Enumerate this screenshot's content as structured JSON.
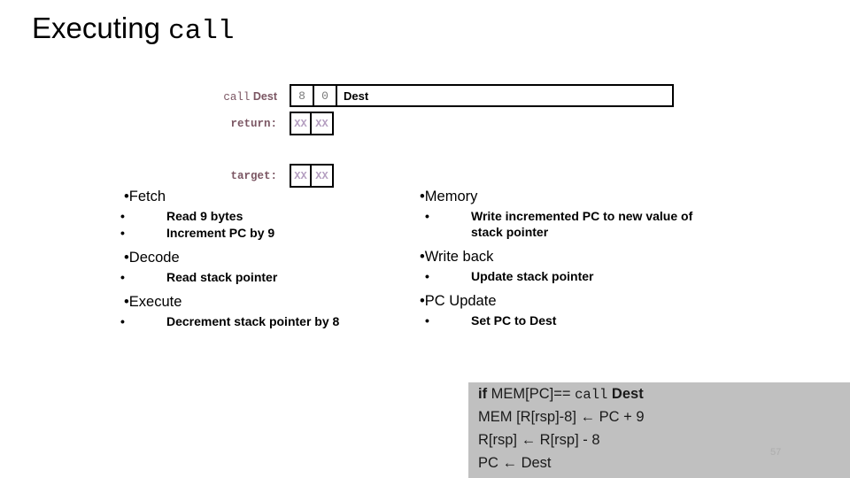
{
  "slide": {
    "title_prefix": "Executing ",
    "title_mono": "call",
    "page_number": "57"
  },
  "diagram": {
    "rows": [
      {
        "label_mono": "call",
        "label_bold": " Dest",
        "label_plain": "call Dest",
        "cells": [
          "8",
          "0",
          "Dest"
        ]
      },
      {
        "label_plain": "return:",
        "cells": [
          "XX",
          "XX"
        ]
      },
      {
        "label_plain": "target:",
        "cells": [
          "XX",
          "XX"
        ]
      }
    ]
  },
  "stages": {
    "left": [
      {
        "title": "Fetch",
        "items": [
          "Read 9 bytes",
          "Increment PC by 9"
        ]
      },
      {
        "title": "Decode",
        "items": [
          "Read stack pointer"
        ]
      },
      {
        "title": "Execute",
        "items": [
          "Decrement stack pointer by 8"
        ]
      }
    ],
    "right": [
      {
        "title": "Memory",
        "items": [
          "Write incremented PC to new value of stack pointer"
        ]
      },
      {
        "title": "Write back",
        "items": [
          "Update stack pointer"
        ]
      },
      {
        "title": "PC Update",
        "items": [
          "Set PC to Dest"
        ]
      }
    ]
  },
  "semantics": {
    "line0_prefix": "if ",
    "line0_mid": "MEM[PC]== ",
    "line0_mono": "call",
    "line0_bold": " Dest",
    "line0_plain": "if MEM[PC]== call Dest",
    "line1": "MEM [R[rsp]-8] ← PC + 9",
    "line2": "R[rsp] ← R[rsp] - 8",
    "line3": "PC ← Dest"
  },
  "bullets": {
    "level1_glyph": "•",
    "level2_glyph": "•"
  },
  "colors": {
    "label_purple": "#7b5663",
    "xx_purple": "#b49ec0",
    "semantics_bg": "#c0c0c0",
    "page_number": "#adadad",
    "cell_gray_text": "#7a7a7a"
  }
}
